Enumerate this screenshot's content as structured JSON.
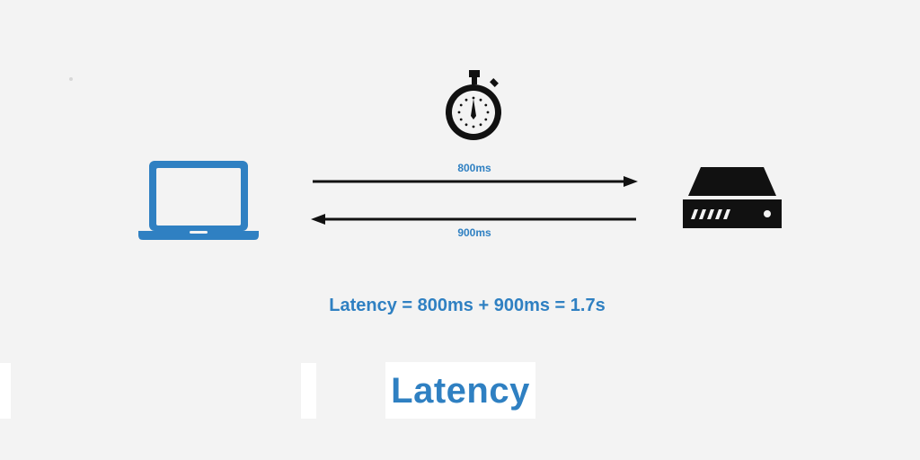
{
  "diagram": {
    "top_arrow_label": "800ms",
    "bottom_arrow_label": "900ms",
    "formula": "Latency = 800ms + 900ms = 1.7s",
    "title": "Latency"
  },
  "icons": {
    "stopwatch": "stopwatch-icon",
    "laptop": "laptop-icon",
    "server": "server-icon"
  },
  "colors": {
    "background": "#f3f3f3",
    "accent_blue": "#2f80c2",
    "icon_black": "#111111",
    "white": "#ffffff"
  }
}
